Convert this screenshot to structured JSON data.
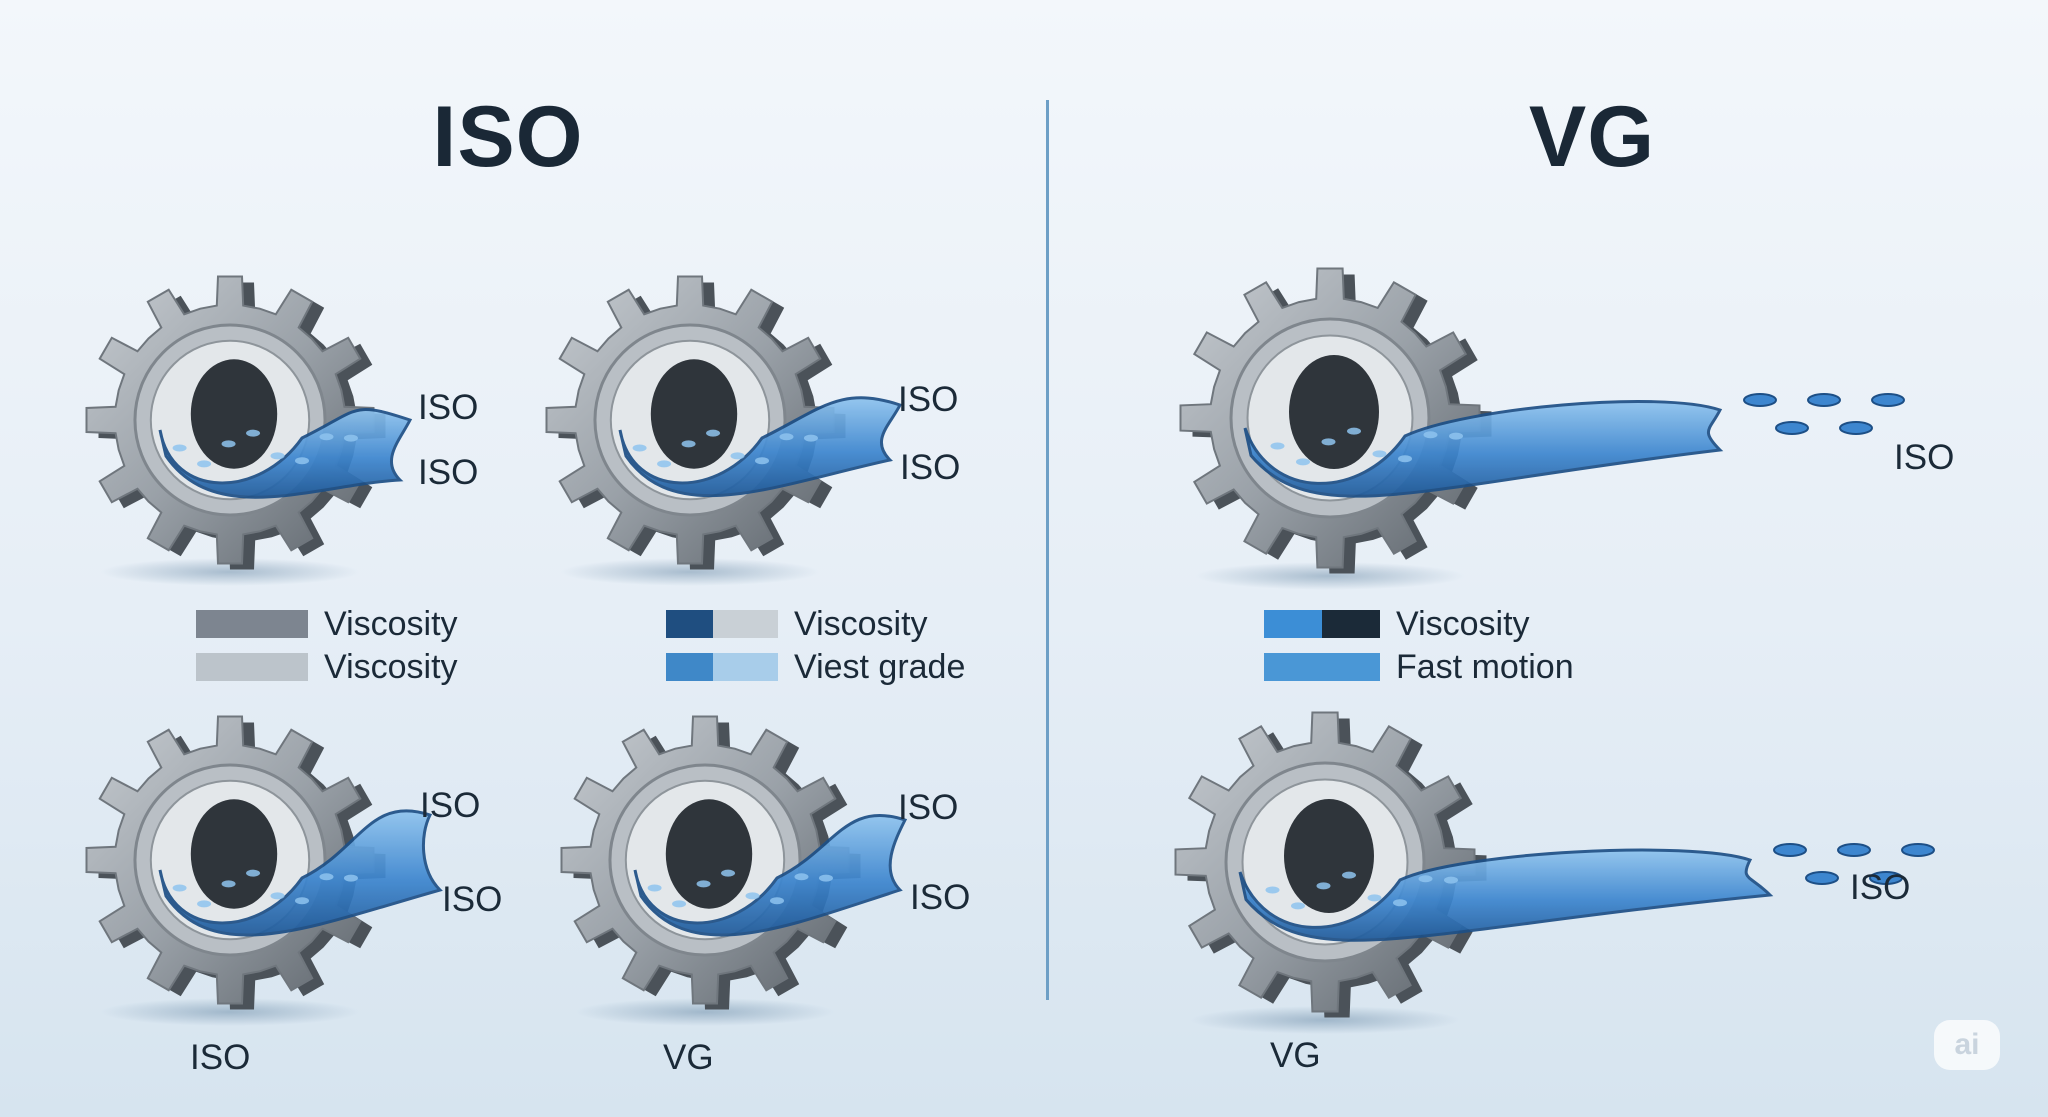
{
  "titles": {
    "left": "ISO",
    "right": "VG"
  },
  "gears": [
    {
      "id": "g1",
      "labels": [
        "ISO",
        "ISO"
      ]
    },
    {
      "id": "g2",
      "labels": [
        "ISO",
        "ISO"
      ]
    },
    {
      "id": "g3",
      "labels": [
        "ISO",
        "ISO"
      ],
      "caption": "ISO"
    },
    {
      "id": "g4",
      "labels": [
        "ISO",
        "ISO"
      ],
      "caption": "VG"
    },
    {
      "id": "g5",
      "labels": [
        "ISO"
      ]
    },
    {
      "id": "g6",
      "labels": [
        "ISO"
      ],
      "caption": "VG"
    }
  ],
  "legends": {
    "a": [
      {
        "text": "Viscosity",
        "colors": [
          "#7d8590",
          "#7d8590"
        ]
      },
      {
        "text": "Viscosity",
        "colors": [
          "#bcc4cb",
          "#bcc4cb"
        ]
      }
    ],
    "b": [
      {
        "text": "Viscosity",
        "colors": [
          "#1f4e80",
          "#c9d0d6"
        ]
      },
      {
        "text": "Viest grade",
        "colors": [
          "#3f88c8",
          "#a8cdea"
        ]
      }
    ],
    "c": [
      {
        "text": "Viscosity",
        "colors": [
          "#3c8ed6",
          "#1b2a38"
        ]
      },
      {
        "text": "Fast motion",
        "colors": [
          "#4a97d6",
          "#4a97d6"
        ]
      }
    ]
  },
  "badge": "ai",
  "colors": {
    "gear": "#9aa1a8",
    "gear_dark": "#4b5259",
    "fluid": "#3d86cf",
    "fluid_light": "#8ec3ee",
    "divider": "#6d9fc6"
  }
}
